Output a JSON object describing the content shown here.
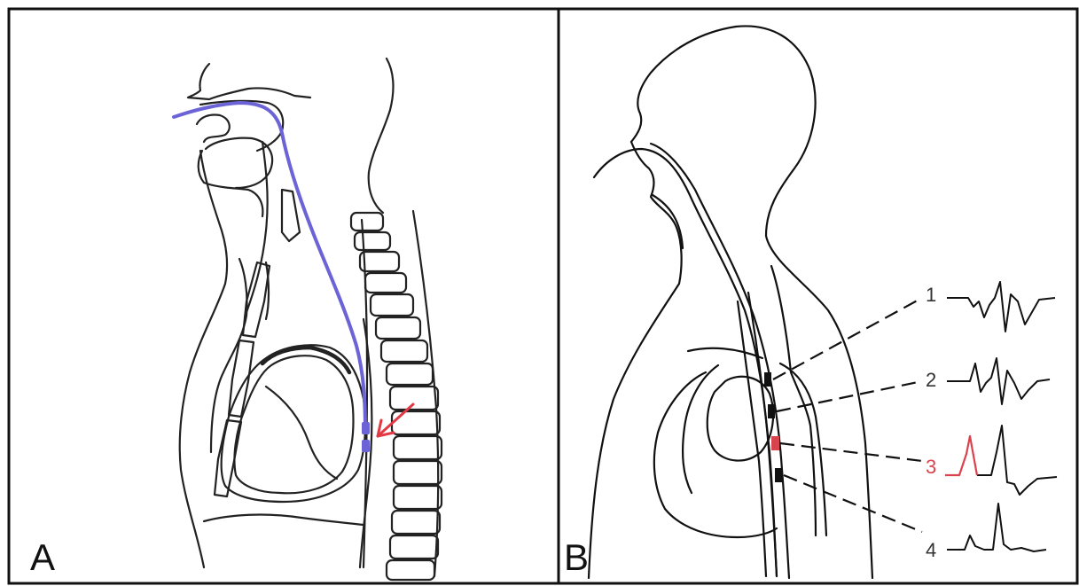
{
  "panels": [
    {
      "id": "A",
      "label": "A"
    },
    {
      "id": "B",
      "label": "B"
    }
  ],
  "leads": [
    {
      "number": "1",
      "highlighted": false
    },
    {
      "number": "2",
      "highlighted": false
    },
    {
      "number": "3",
      "highlighted": true
    },
    {
      "number": "4",
      "highlighted": false
    }
  ],
  "colors": {
    "line": "#111111",
    "catheter": "#6b63d6",
    "arrow": "#e23a45",
    "highlight": "#d9434e"
  },
  "icons": [
    "arrow-icon"
  ]
}
